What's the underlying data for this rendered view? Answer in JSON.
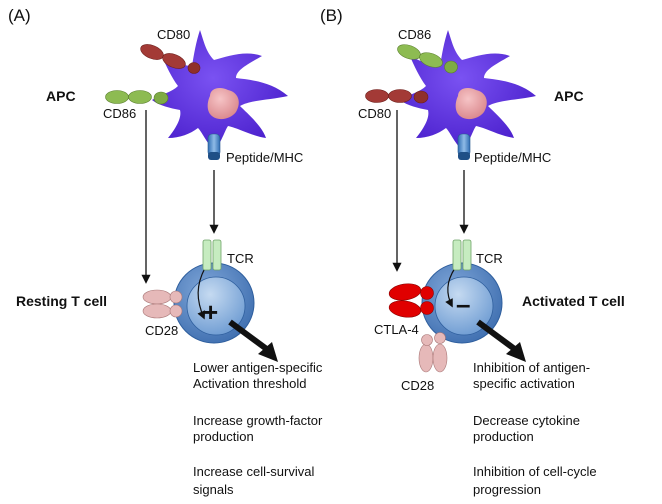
{
  "colors": {
    "apc": "#5b2be0",
    "nucleus": "#e8a0a4",
    "cd80": "#a33a36",
    "cd86": "#8dbb52",
    "cd28": "#e6b9b9",
    "ctla4": "#e00000",
    "tcr": "#c6ecc0",
    "peptide_mhc": "#4a86c5",
    "tcell": "#4f81bd"
  },
  "panel_a": {
    "label": "(A)",
    "apc_label": "APC",
    "cd80_label": "CD80",
    "cd86_label": "CD86",
    "peptide_mhc_label": "Peptide/MHC",
    "tcr_label": "TCR",
    "cell_label": "Resting T cell",
    "cd28_label": "CD28",
    "sign": "+",
    "effects": [
      [
        "Lower antigen-specific",
        "Activation threshold"
      ],
      [
        "Increase growth-factor",
        "production"
      ],
      [
        "Increase cell-survival",
        "signals"
      ]
    ]
  },
  "panel_b": {
    "label": "(B)",
    "apc_label": "APC",
    "cd86_label": "CD86",
    "cd80_label": "CD80",
    "peptide_mhc_label": "Peptide/MHC",
    "tcr_label": "TCR",
    "cell_label": "Activated T cell",
    "ctla4_label": "CTLA-4",
    "cd28_label": "CD28",
    "sign": "–",
    "effects": [
      [
        "Inhibition of antigen-",
        "specific activation"
      ],
      [
        "Decrease cytokine",
        "production"
      ],
      [
        "Inhibition of cell-cycle",
        "progression"
      ]
    ]
  }
}
